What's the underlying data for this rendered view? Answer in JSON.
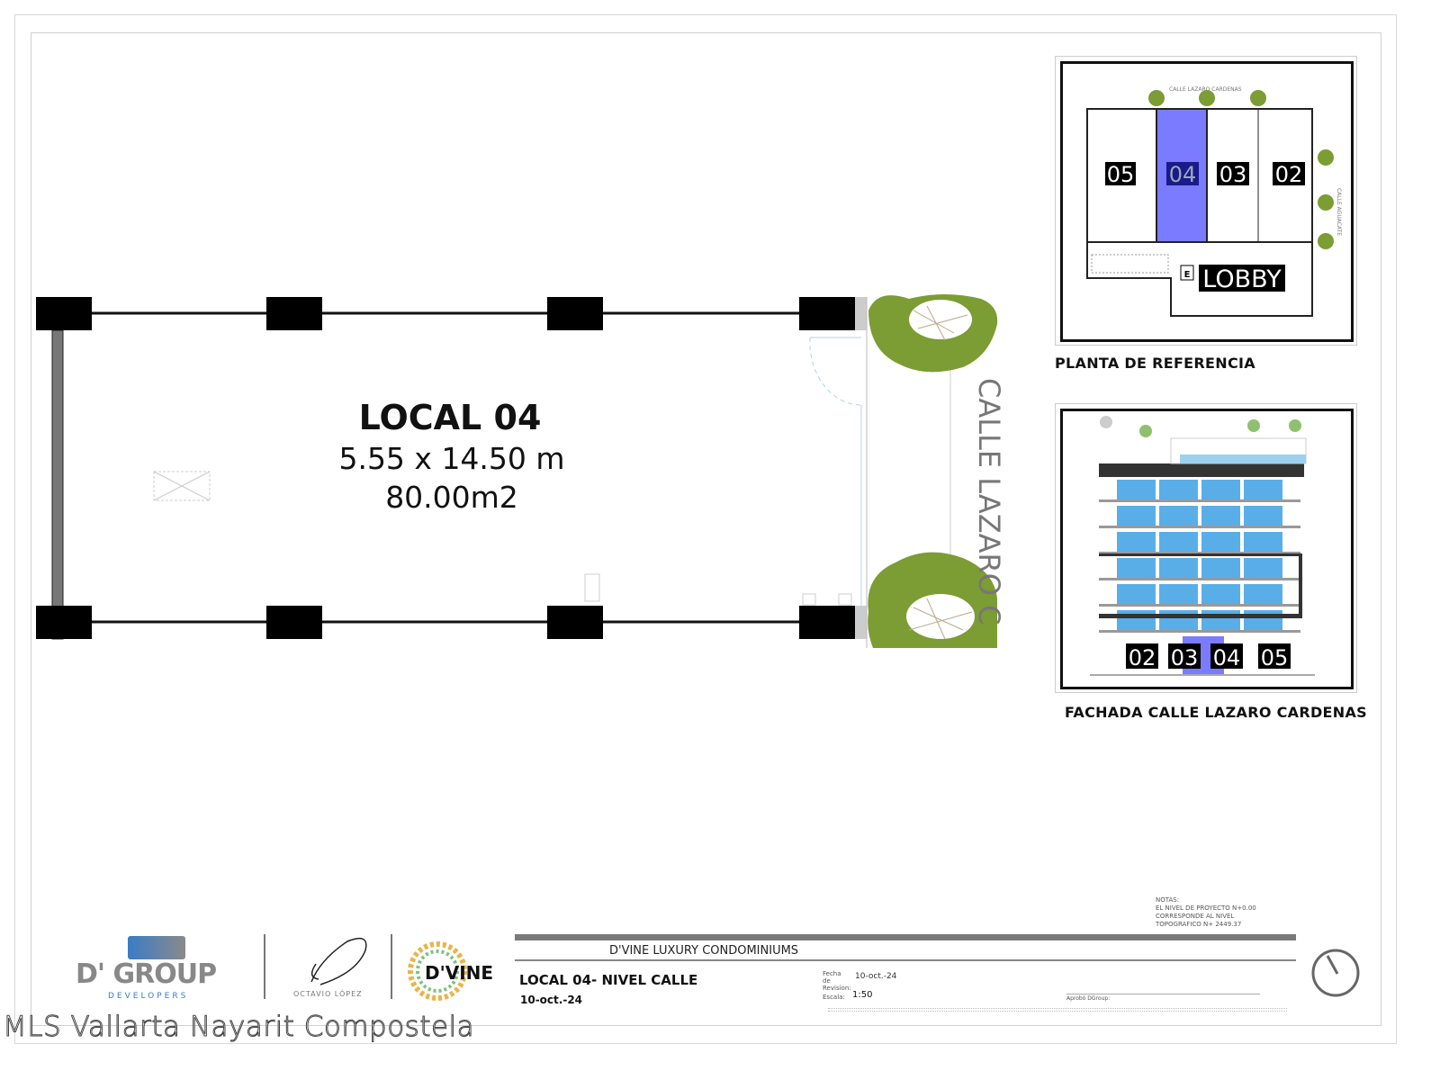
{
  "plan": {
    "title": "LOCAL 04",
    "dimensions": "5.55 x 14.50 m",
    "area": "80.00m2",
    "street": "CALLE LAZARO C"
  },
  "reference_plan": {
    "caption": "PLANTA DE REFERENCIA",
    "street": "CALLE LAZARO CARDENAS",
    "side_street": "CALLE AGUACATE",
    "units": [
      "05",
      "04",
      "03",
      "02"
    ],
    "highlighted": "04",
    "lobby": "LOBBY",
    "elevator": "E"
  },
  "facade": {
    "caption": "FACHADA CALLE LAZARO CARDENAS",
    "units": [
      "02",
      "03",
      "04",
      "05"
    ],
    "highlighted": "04"
  },
  "title_block": {
    "project": "D'VINE LUXURY CONDOMINIUMS",
    "sheet_title": "LOCAL 04- NIVEL CALLE",
    "date": "10-oct.-24",
    "revision_label": "Fecha de Revision:",
    "revision_date": "10-oct.-24",
    "scale_label": "Escala:",
    "scale": "1:50",
    "approved_label": "Aprobó DGroup:",
    "notes_title": "NOTAS:",
    "notes_line1": "EL NIVEL DE PROYECTO N+0.00",
    "notes_line2": "CORRESPONDE AL NIVEL TOPOGRAFICO N+ 2449.37"
  },
  "logos": {
    "dgroup": "D' GROUP",
    "dgroup_sub": "DEVELOPERS",
    "architect": "OCTAVIO LÓPEZ",
    "dvine": "D'VINE"
  },
  "watermark": "MLS Vallarta Nayarit Compostela",
  "colors": {
    "highlight": "#7b7bff",
    "tree": "#8aae3c",
    "glass": "#5aaee8"
  }
}
